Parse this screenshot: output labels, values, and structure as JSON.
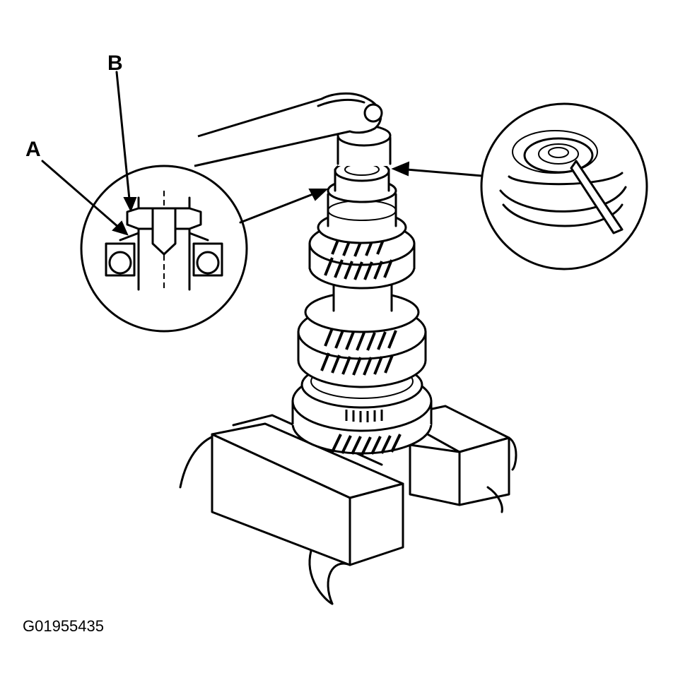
{
  "labels": {
    "a": "A",
    "b": "B"
  },
  "figure_code": "G01955435",
  "colors": {
    "ink": "#000000",
    "background": "#ffffff"
  }
}
